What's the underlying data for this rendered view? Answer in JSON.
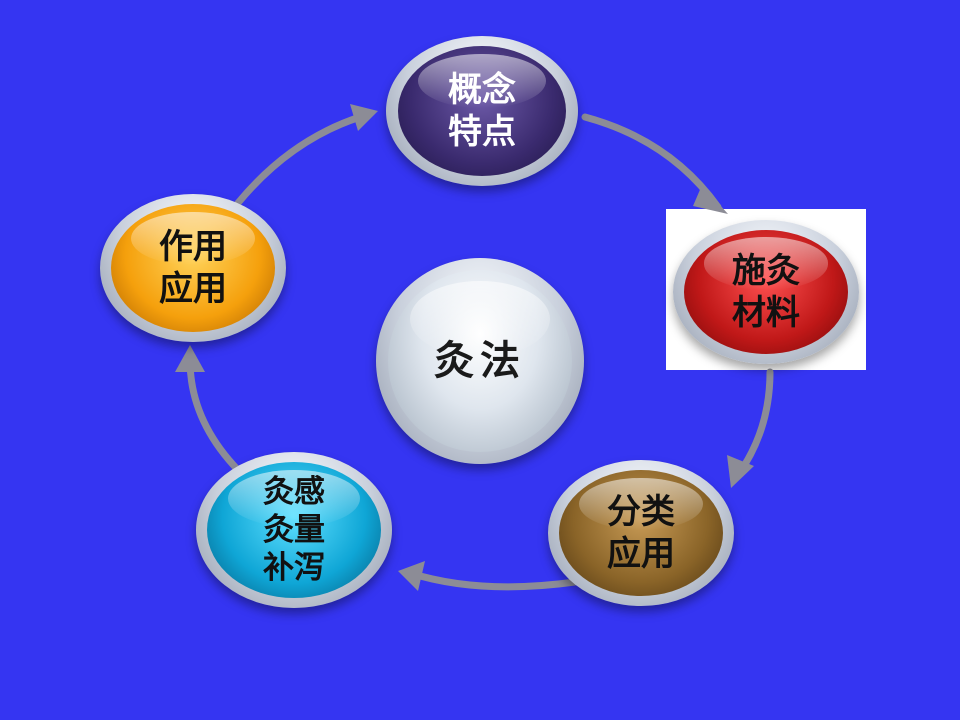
{
  "diagram": {
    "center": {
      "label": "灸法"
    },
    "nodes": [
      {
        "id": "concept",
        "label": "概念\n特点",
        "color": "#3a2a6e",
        "text_color": "#ffffff"
      },
      {
        "id": "material",
        "label": "施灸\n材料",
        "color": "#c01818",
        "text_color": "#111111"
      },
      {
        "id": "classify",
        "label": "分类\n应用",
        "color": "#8a6428",
        "text_color": "#111111"
      },
      {
        "id": "dose",
        "label": "灸感\n灸量\n补泻",
        "color": "#0fa6d6",
        "text_color": "#111111"
      },
      {
        "id": "effect",
        "label": "作用\n应用",
        "color": "#f5a00c",
        "text_color": "#111111"
      }
    ],
    "colors": {
      "background": "#3535f2",
      "arrow": "#8c8c96",
      "ring": "#d2d7e0"
    }
  }
}
